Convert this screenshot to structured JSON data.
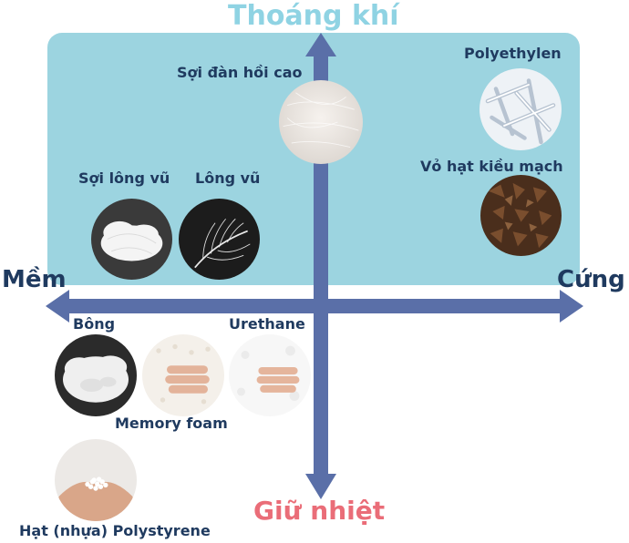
{
  "axes": {
    "top": "Thoáng khí",
    "bottom": "Giữ nhiệt",
    "left": "Mềm",
    "right": "Cứng"
  },
  "materials": {
    "high_elastic_fiber": "Sợi đàn hồi cao",
    "polyethylene": "Polyethylen",
    "buckwheat_hull": "Vỏ hạt kiều mạch",
    "feather_fiber": "Sợi lông vũ",
    "feather": "Lông vũ",
    "cotton": "Bông",
    "urethane": "Urethane",
    "memory_foam": "Memory foam",
    "polystyrene_beads": "Hạt (nhựa) Polystyrene"
  },
  "colors": {
    "panel": "#9cd4e0",
    "arrow": "#5a6fa8",
    "label_text": "#1f3a5f",
    "top_title": "#8fd3e3",
    "bottom_title": "#ea6d78",
    "side_title": "#1f3a5f"
  }
}
